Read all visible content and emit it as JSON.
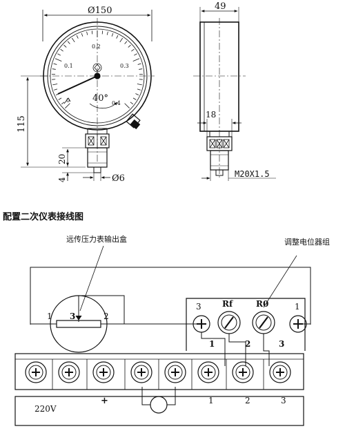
{
  "dimensions": {
    "dial_diameter": "Ø150",
    "case_depth": "49",
    "height": "115",
    "stem_length": "20",
    "thread_length": "4",
    "stem_diameter": "Ø6",
    "hex_width": "18",
    "thread_spec": "M20X1.5"
  },
  "dial": {
    "scale_labels": [
      "0",
      "0.1",
      "0.2",
      "0.3",
      "0.4"
    ],
    "angle": "40°"
  },
  "section_title": "配置二次仪表接线图",
  "wiring": {
    "transmitter_label": "远传压力表输出盒",
    "potentiometer_label": "调整电位器组",
    "transmitter_terminals": [
      "1",
      "3",
      "2"
    ],
    "pot_terminals_top": [
      "3",
      "Rf",
      "R0",
      "1"
    ],
    "pot_terminals_bottom": [
      "1",
      "2",
      "3"
    ],
    "instrument_labels": [
      "220V",
      "+",
      "1",
      "2",
      "3"
    ]
  }
}
